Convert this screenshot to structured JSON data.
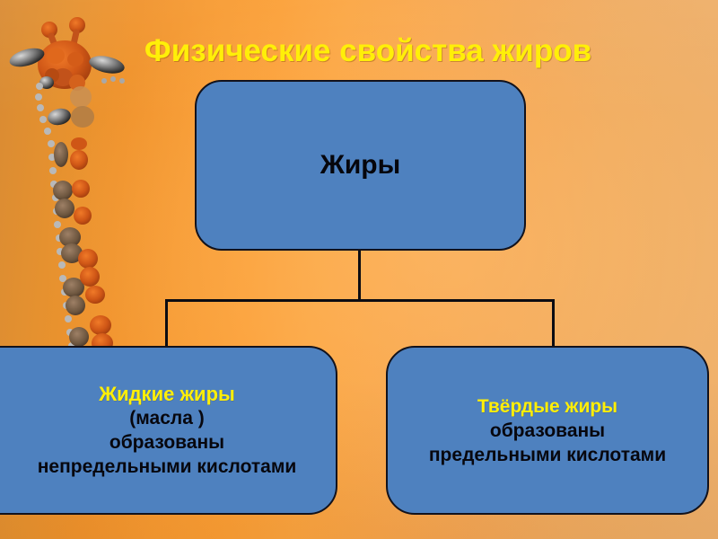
{
  "slide": {
    "title": "Физические свойства жиров",
    "title_color": "#FFEF08",
    "background_colors": [
      "#D98B33",
      "#FBA43F",
      "#EEB06C"
    ],
    "node_fill": "#4E81BF",
    "node_border": "#12121C"
  },
  "decoration": {
    "figure": "giraffe-silhouette",
    "colors": [
      "#C2521A",
      "#E06A1E",
      "#8A6A4A",
      "#5A4A3A"
    ]
  },
  "diagram": {
    "type": "tree",
    "root": {
      "id": "node-top",
      "lines": [
        {
          "text": "Жиры",
          "color": "#06060C",
          "style": "main"
        }
      ]
    },
    "children": [
      {
        "id": "node-left",
        "lines": [
          {
            "text": "Жидкие  жиры",
            "color": "#FFEF08",
            "style": "head"
          },
          {
            "text": "(масла )",
            "color": "#07070E",
            "style": "body"
          },
          {
            "text": "образованы",
            "color": "#07070E",
            "style": "body"
          },
          {
            "text": "непредельными кислотами",
            "color": "#07070E",
            "style": "body"
          }
        ]
      },
      {
        "id": "node-right",
        "lines": [
          {
            "text": "Твёрдые жиры",
            "color": "#FFEF08",
            "style": "head"
          },
          {
            "text": "образованы",
            "color": "#07070E",
            "style": "body"
          },
          {
            "text": "предельными кислотами",
            "color": "#07070E",
            "style": "body"
          }
        ]
      }
    ],
    "connector_color": "#0C0C12"
  }
}
